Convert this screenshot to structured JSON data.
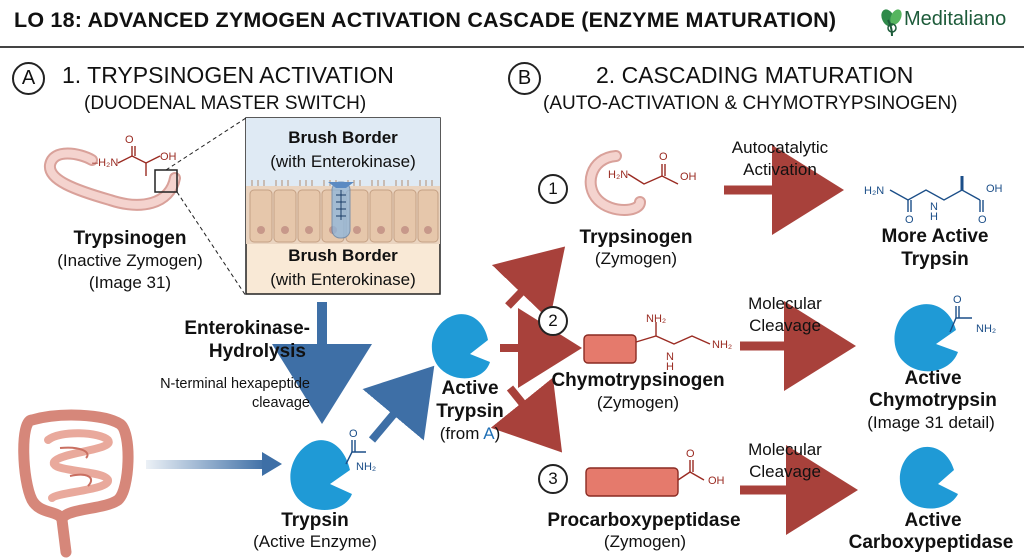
{
  "header": {
    "title": "LO 18: ADVANCED ZYMOGEN ACTIVATION CASCADE (ENZYME MATURATION)",
    "brand": "Meditaliano"
  },
  "section_a": {
    "badge": "A",
    "title": "1. TRYPSINOGEN ACTIVATION",
    "subtitle": "(DUODENAL MASTER SWITCH)",
    "brush_border_top_1": "Brush Border",
    "brush_border_top_2": "(with Enterokinase)",
    "brush_border_bottom_1": "Brush Border",
    "brush_border_bottom_2": "(with Enterokinase)",
    "trypsinogen_name": "Trypsinogen",
    "trypsinogen_desc_1": "(Inactive Zymogen)",
    "trypsinogen_desc_2": "(Image 31)",
    "step_label_1": "Enterokinase-",
    "step_label_2": "Hydrolysis",
    "step_note_1": "N-terminal hexapeptide",
    "step_note_2": "cleavage",
    "trypsin_name": "Trypsin",
    "trypsin_desc": "(Active Enzyme)"
  },
  "center": {
    "name_1": "Active",
    "name_2": "Trypsin",
    "from_prefix": "(from ",
    "from_letter": "A",
    "from_suffix": ")"
  },
  "section_b": {
    "badge": "B",
    "title": "2. CASCADING MATURATION",
    "subtitle": "(AUTO-ACTIVATION & CHYMOTRYPSINOGEN)",
    "rows": [
      {
        "number": "1",
        "zymogen_name": "Trypsinogen",
        "zymogen_desc": "(Zymogen)",
        "arrow_label_1": "Autocatalytic",
        "arrow_label_2": "Activation",
        "product_1": "More Active",
        "product_2": "Trypsin"
      },
      {
        "number": "2",
        "zymogen_name": "Chymotrypsinogen",
        "zymogen_desc": "(Zymogen)",
        "arrow_label_1": "Molecular",
        "arrow_label_2": "Cleavage",
        "product_1": "Active",
        "product_2": "Chymotrypsin",
        "product_3": "(Image 31 detail)"
      },
      {
        "number": "3",
        "zymogen_name": "Procarboxypeptidase",
        "zymogen_desc": "(Zymogen)",
        "arrow_label_1": "Molecular",
        "arrow_label_2": "Cleavage",
        "product_1": "Active",
        "product_2": "Carboxypeptidase"
      }
    ]
  },
  "chem_labels": {
    "h2n": "H₂N",
    "nh2": "NH₂",
    "h2n_link": "–H₂N",
    "oh": "OH",
    "o": "O",
    "n": "N",
    "h": "H",
    "nh": "NH",
    "nh2_plain": "NH₂"
  },
  "colors": {
    "blue_enzyme": "#1f9ad6",
    "red_arrow": "#a8413b",
    "blue_arrow": "#3e6fa6",
    "zymogen_fill": "#f2c9c3",
    "chem_red": "#9a2b22",
    "chem_blue": "#1b4e88"
  }
}
